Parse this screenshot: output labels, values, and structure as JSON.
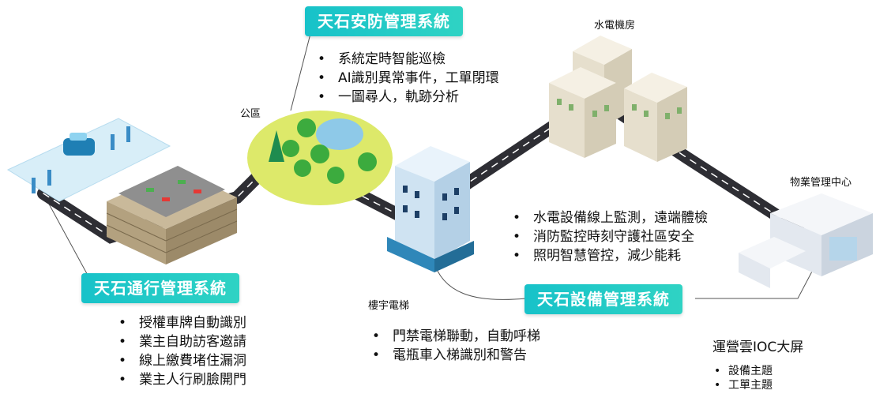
{
  "labels": {
    "park": "公區",
    "utility_room": "水電機房",
    "mgmt_center": "物業管理中心",
    "building_elevator": "樓宇電梯",
    "ioc_title": "運營雲IOC大屏"
  },
  "security_system": {
    "title": "天石安防管理系統",
    "items": [
      "系統定時智能巡檢",
      "AI識別異常事件，工單閉環",
      "一圖尋人，軌跡分析"
    ]
  },
  "access_system": {
    "title": "天石通行管理系統",
    "items": [
      "授權車牌自動識別",
      "業主自助訪客邀請",
      "線上繳費堵住漏洞",
      "業主人行刷臉開門"
    ]
  },
  "equipment_system": {
    "title": "天石設備管理系統",
    "items": [
      "水電設備線上監測，遠端體檢",
      "消防監控時刻守護社區安全",
      "照明智慧管控，減少能耗"
    ]
  },
  "elevator_items": [
    "門禁電梯聯動，自動呼梯",
    "電瓶車入梯識別和警告"
  ],
  "ioc_items": [
    "設備主題",
    "工單主題"
  ]
}
